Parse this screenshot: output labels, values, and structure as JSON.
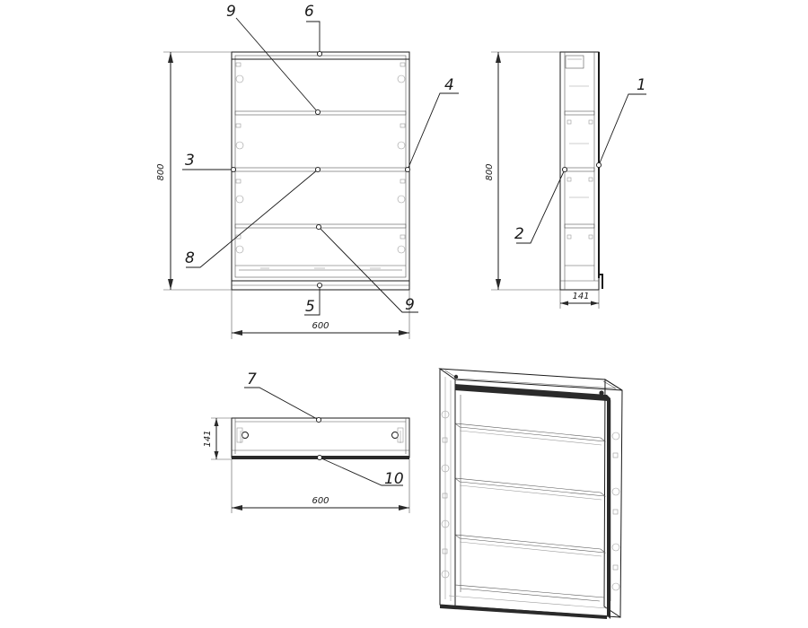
{
  "callouts": {
    "c1": "1",
    "c2": "2",
    "c3": "3",
    "c4": "4",
    "c5": "5",
    "c6": "6",
    "c7": "7",
    "c8": "8",
    "c9a": "9",
    "c9b": "9",
    "c10": "10"
  },
  "dimensions": {
    "front_height": "800",
    "front_width": "600",
    "side_height": "800",
    "side_depth": "141",
    "top_depth": "141",
    "top_width": "600"
  }
}
